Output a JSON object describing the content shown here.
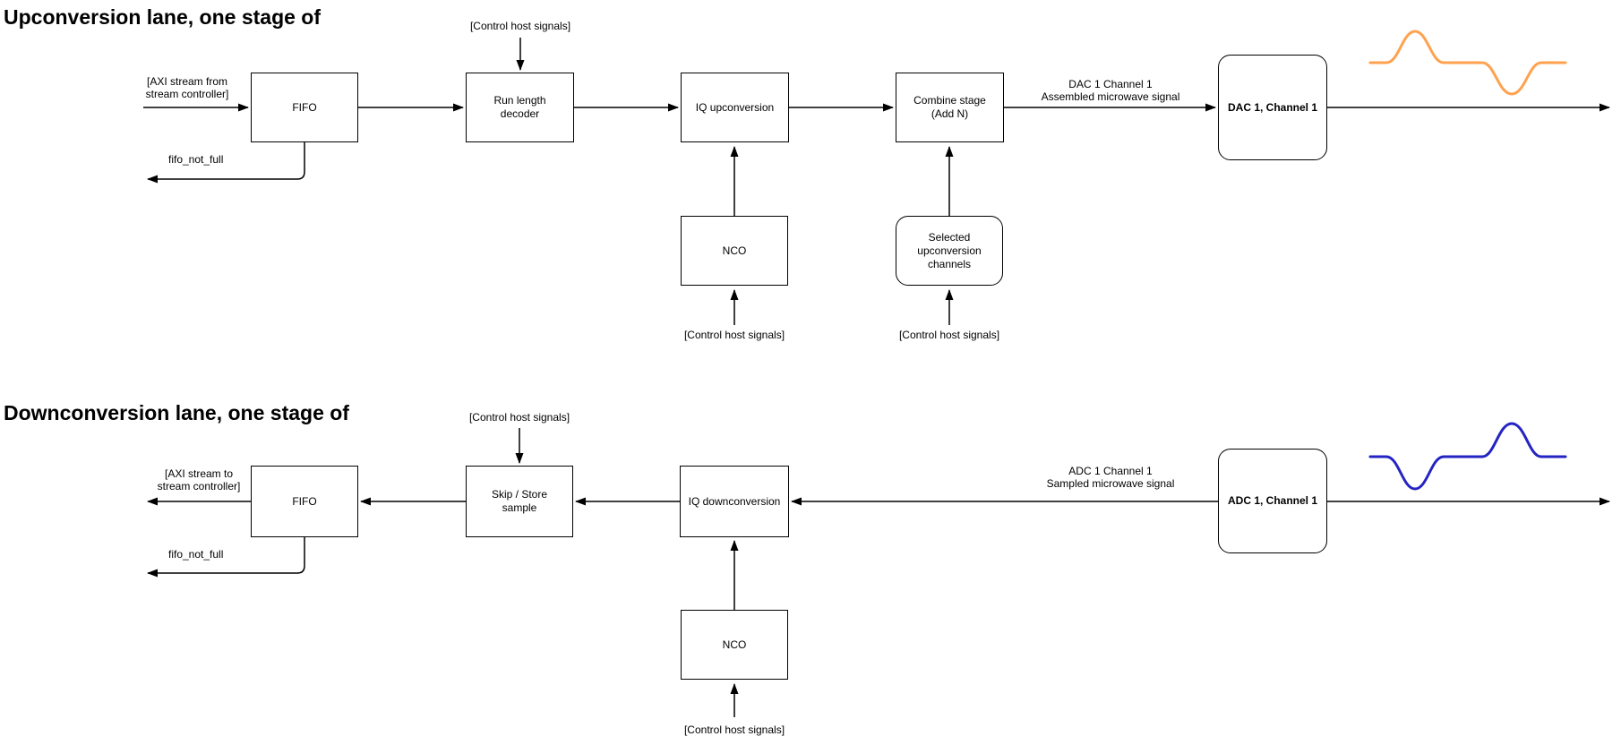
{
  "up": {
    "title": "Upconversion lane, one stage of",
    "axi_label": "[AXI stream from\nstream controller]",
    "fifo": "FIFO",
    "fifo_flag": "fifo_not_full",
    "decoder": "Run length\ndecoder",
    "iq": "IQ upconversion",
    "combine": "Combine stage\n(Add N)",
    "nco": "NCO",
    "channels": "Selected\nupconversion\nchannels",
    "dac": "DAC 1, Channel 1",
    "out_label": "DAC 1 Channel 1\nAssembled microwave signal",
    "ctrl_decoder": "[Control host signals]",
    "ctrl_nco": "[Control host signals]",
    "ctrl_channels": "[Control host signals]"
  },
  "down": {
    "title": "Downconversion lane, one stage of",
    "axi_label": "[AXI stream to\nstream controller]",
    "fifo": "FIFO",
    "fifo_flag": "fifo_not_full",
    "skip": "Skip / Store\nsample",
    "iq": "IQ downconversion",
    "nco": "NCO",
    "adc": "ADC 1, Channel 1",
    "in_label": "ADC 1 Channel 1\nSampled microwave signal",
    "ctrl_skip": "[Control host signals]",
    "ctrl_nco": "[Control host signals]"
  },
  "colors": {
    "stroke": "#000000",
    "waveform_up": "#FFA14E",
    "waveform_down": "#2424C4"
  }
}
